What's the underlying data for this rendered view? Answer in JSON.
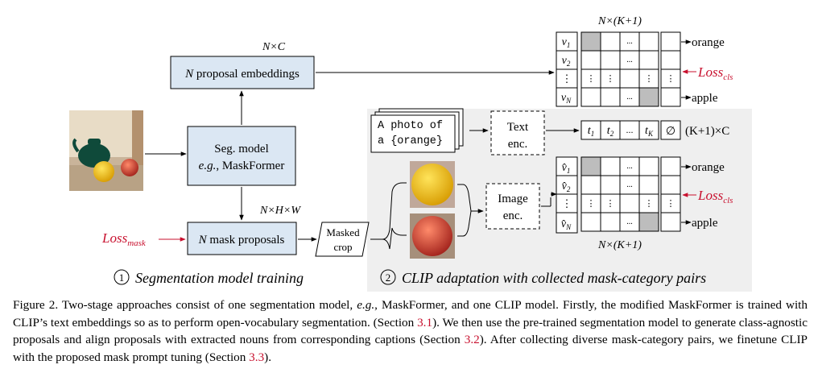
{
  "figure": {
    "dim_nc": "N×C",
    "dim_nhw": "N×H×W",
    "dim_nk1": "N×(K+1)",
    "dim_k1c": "(K+1)×C",
    "proposal_embeddings": {
      "n": "N",
      "rest": " proposal embeddings"
    },
    "seg_model": {
      "line1": "Seg. model",
      "line2_it": "e.g.",
      "line2_rest": ", MaskFormer"
    },
    "mask_proposals": {
      "n": "N",
      "rest": " mask proposals"
    },
    "loss_mask": {
      "base": "Loss",
      "sub": "mask"
    },
    "loss_cls": {
      "base": "Loss",
      "sub": "cls"
    },
    "masked_crop": {
      "line1": "Masked",
      "line2": "crop"
    },
    "text_prompt": {
      "line1": "A photo of",
      "line2": "a {orange}"
    },
    "text_enc": {
      "line1": "Text",
      "line2": "enc."
    },
    "image_enc": {
      "line1": "Image",
      "line2": "enc."
    },
    "text_embeddings": [
      "t",
      "t",
      "...",
      "t",
      "∅"
    ],
    "text_embedding_subs": [
      "1",
      "2",
      "",
      "K",
      ""
    ],
    "label_orange": "orange",
    "label_apple": "apple",
    "v_labels": [
      "v",
      "v",
      "⋮",
      "v"
    ],
    "v_subs": [
      "1",
      "2",
      "",
      "N"
    ],
    "vhat_labels": [
      "v̂",
      "v̂",
      "⋮",
      "v̂"
    ],
    "vhat_subs": [
      "1",
      "2",
      "",
      "N"
    ],
    "cell_dots": "...",
    "cell_vdots": "⋮",
    "stage1_num": "1",
    "stage1_label": "Segmentation model training",
    "stage2_num": "2",
    "stage2_label": "CLIP adaptation with collected mask-category pairs"
  },
  "caption": {
    "p1": "Figure 2.  Two-stage approaches consist of one segmentation model, ",
    "eg": "e.g.",
    "p2": ", MaskFormer, and one CLIP model.  Firstly, the modified MaskFormer is trained with CLIP’s text embeddings so as to perform open-vocabulary segmentation.  (Section ",
    "ref1": "3.1",
    "p3": ").  We then use the pre-trained segmentation model to generate class-agnostic proposals and align proposals with extracted nouns from corresponding captions (Section ",
    "ref2": "3.2",
    "p4": ").  After collecting diverse mask-category pairs, we finetune CLIP with the proposed mask prompt tuning (Section ",
    "ref3": "3.3",
    "p5": ")."
  },
  "colors": {
    "box_fill": "#dbe7f3",
    "panel_fill": "#efefef",
    "red": "#c8102e",
    "gray_cell": "#bdbdbd",
    "orange_fruit": "#f2b80f",
    "apple_fruit": "#c8312a",
    "teapot": "#0f4a3a"
  },
  "icons": [
    "arrow-icon",
    "brace-icon",
    "circled-number-icon"
  ]
}
